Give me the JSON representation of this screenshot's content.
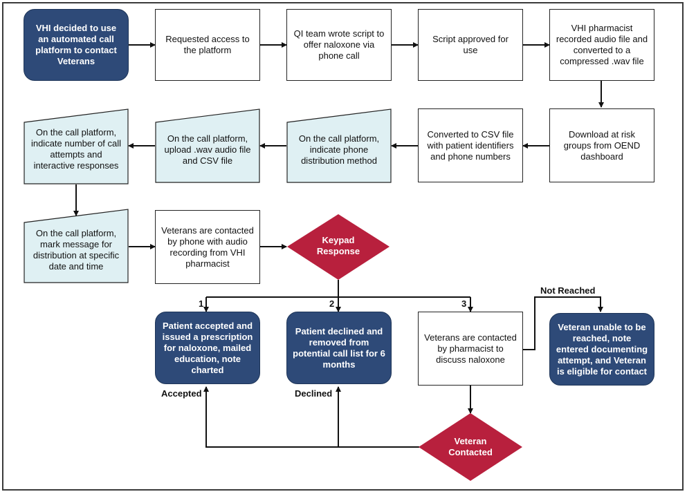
{
  "nodes": {
    "vhi_decided": "VHI decided to use an automated call platform to contact Veterans",
    "requested_access": "Requested access to the platform",
    "qi_script": "QI team wrote script to offer naloxone via phone call",
    "script_approved": "Script approved for use",
    "pharmacist_recorded": "VHI pharmacist recorded audio file and converted to  a compressed .wav file",
    "download_groups": "Download at risk groups from OEND dashboard",
    "converted_csv": "Converted to CSV file with patient identifiers and phone numbers",
    "indicate_distribution": "On the call platform, indicate phone distribution method",
    "upload_wav": "On the call platform, upload .wav audio file and CSV file",
    "indicate_attempts": "On the call platform, indicate number of call attempts and interactive responses",
    "mark_message": "On the call platform, mark message for distribution at specific date and time",
    "veterans_contacted_phone": "Veterans are contacted by phone with audio recording from VHI pharmacist",
    "keypad_response": "Keypad Response",
    "patient_accepted": "Patient accepted and issued a prescription for naloxone, mailed education, note charted",
    "patient_declined": "Patient declined and removed from potential call list for 6 months",
    "veterans_contacted_pharmacist": "Veterans are contacted by pharmacist to discuss naloxone",
    "veteran_unable": "Veteran unable to be reached, note entered documenting attempt, and Veteran is eligible for contact",
    "veteran_contacted": "Veteran Contacted"
  },
  "labels": {
    "option1": "1",
    "option2": "2",
    "option3": "3",
    "accepted": "Accepted",
    "declined": "Declined",
    "not_reached": "Not Reached"
  },
  "colors": {
    "navy": "#2e4a78",
    "crimson": "#b8203d",
    "light_blue": "#dff0f3",
    "line": "#111111"
  }
}
